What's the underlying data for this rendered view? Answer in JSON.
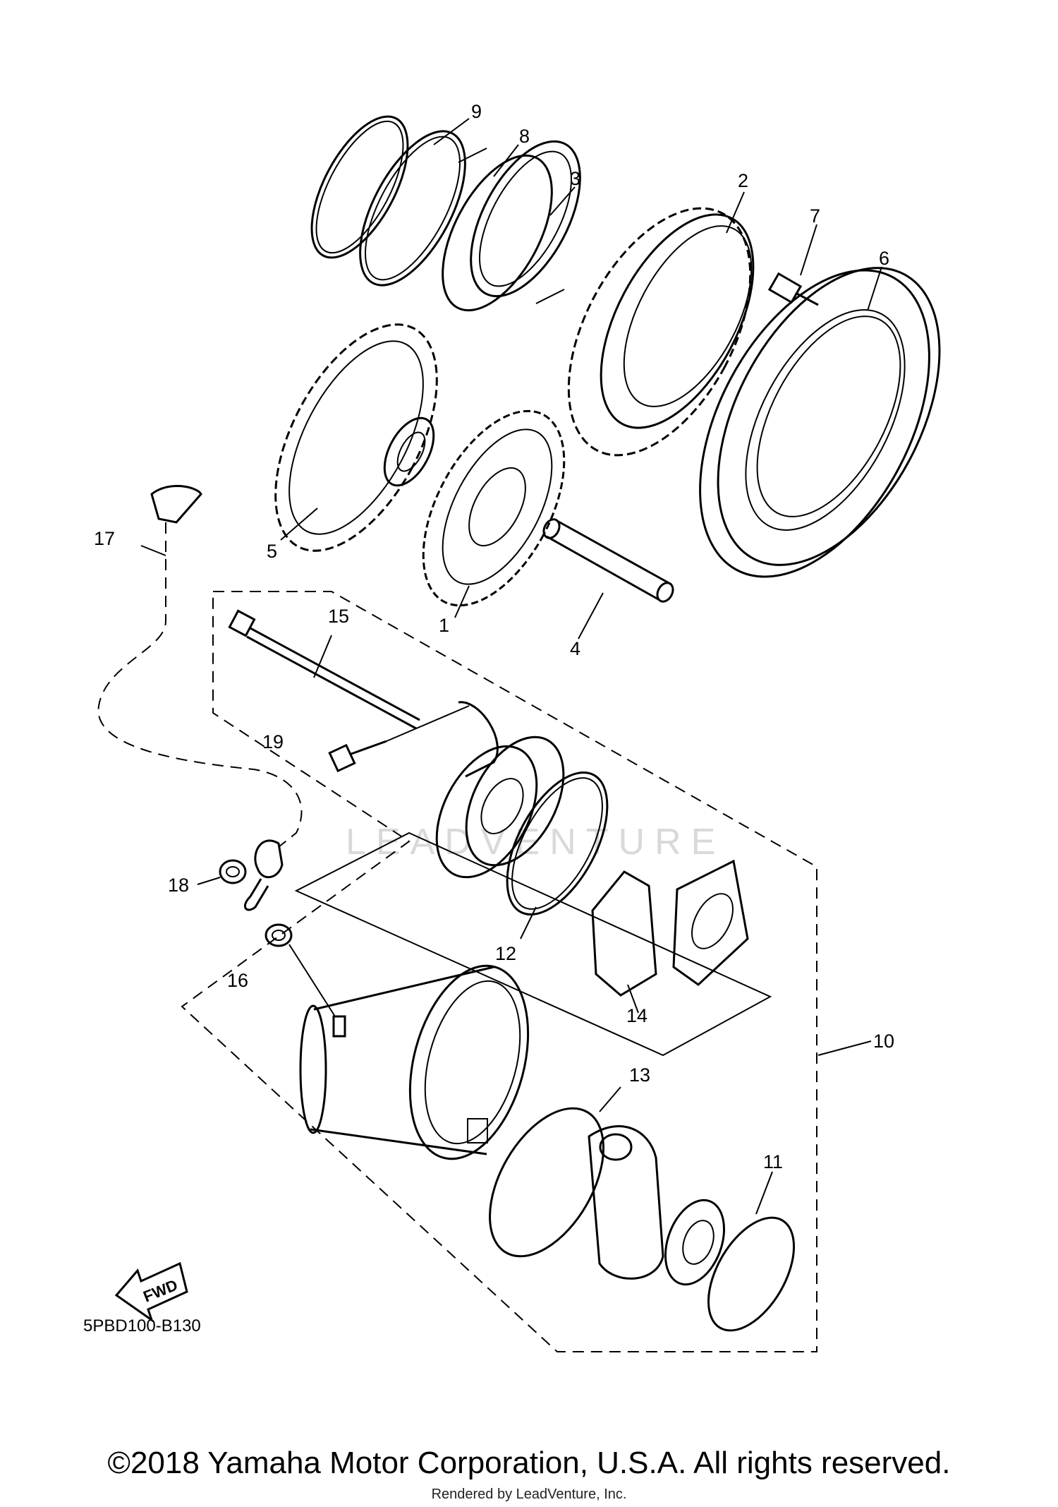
{
  "diagram": {
    "part_code": "5PBD100-B130",
    "fwd_label": "FWD",
    "watermark": "LEADVENTURE",
    "callouts": [
      "1",
      "2",
      "3",
      "4",
      "5",
      "6",
      "7",
      "8",
      "9",
      "10",
      "11",
      "12",
      "13",
      "14",
      "15",
      "16",
      "17",
      "18",
      "19"
    ]
  },
  "footer": {
    "copyright": "©2018 Yamaha Motor Corporation, U.S.A. All rights reserved.",
    "rendered_by": "Rendered by LeadVenture, Inc."
  }
}
